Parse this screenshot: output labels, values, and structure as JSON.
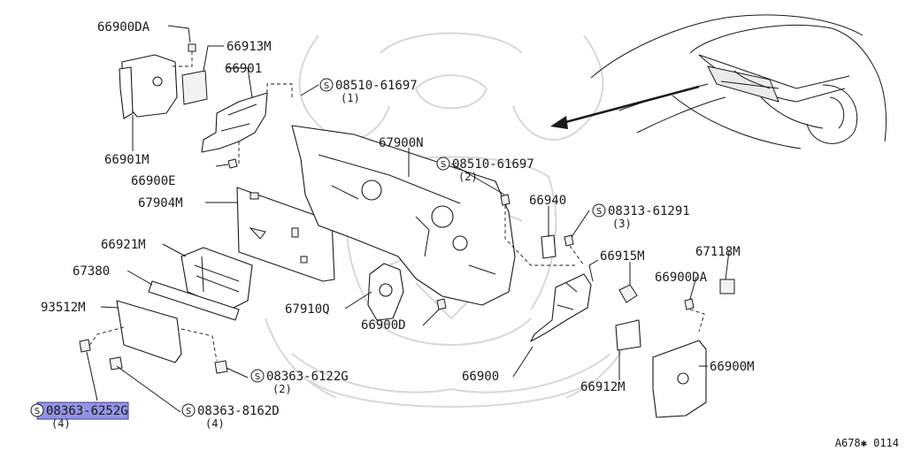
{
  "diagram": {
    "reference_code": "A678✱ 0114",
    "standard_part_symbol": "S",
    "highlight_color": "#8080e0",
    "callouts": [
      {
        "id": "66900DA-top",
        "part": "66900DA",
        "qty": ""
      },
      {
        "id": "66913M",
        "part": "66913M",
        "qty": ""
      },
      {
        "id": "66901",
        "part": "66901",
        "qty": ""
      },
      {
        "id": "66901M",
        "part": "66901M",
        "qty": ""
      },
      {
        "id": "66900E",
        "part": "66900E",
        "qty": ""
      },
      {
        "id": "67904M",
        "part": "67904M",
        "qty": ""
      },
      {
        "id": "66921M",
        "part": "66921M",
        "qty": ""
      },
      {
        "id": "67380",
        "part": "67380",
        "qty": ""
      },
      {
        "id": "93512M",
        "part": "93512M",
        "qty": ""
      },
      {
        "id": "08510-61697-a",
        "part": "08510-61697",
        "qty": "(1)",
        "standard": true
      },
      {
        "id": "67900N",
        "part": "67900N",
        "qty": ""
      },
      {
        "id": "08510-61697-b",
        "part": "08510-61697",
        "qty": "(2)",
        "standard": true
      },
      {
        "id": "66940",
        "part": "66940",
        "qty": ""
      },
      {
        "id": "08313-61291",
        "part": "08313-61291",
        "qty": "(3)",
        "standard": true
      },
      {
        "id": "67118M",
        "part": "67118M",
        "qty": ""
      },
      {
        "id": "66915M",
        "part": "66915M",
        "qty": ""
      },
      {
        "id": "66900DA-right",
        "part": "66900DA",
        "qty": ""
      },
      {
        "id": "67910Q",
        "part": "67910Q",
        "qty": ""
      },
      {
        "id": "66900D",
        "part": "66900D",
        "qty": ""
      },
      {
        "id": "66900M",
        "part": "66900M",
        "qty": ""
      },
      {
        "id": "66912M",
        "part": "66912M",
        "qty": ""
      },
      {
        "id": "66900",
        "part": "66900",
        "qty": ""
      },
      {
        "id": "08363-6122G",
        "part": "08363-6122G",
        "qty": "(2)",
        "standard": true
      },
      {
        "id": "08363-8162D",
        "part": "08363-8162D",
        "qty": "(4)",
        "standard": true
      },
      {
        "id": "08363-6252G",
        "part": "08363-6252G",
        "qty": "(4)",
        "standard": true,
        "highlighted": true
      }
    ]
  }
}
